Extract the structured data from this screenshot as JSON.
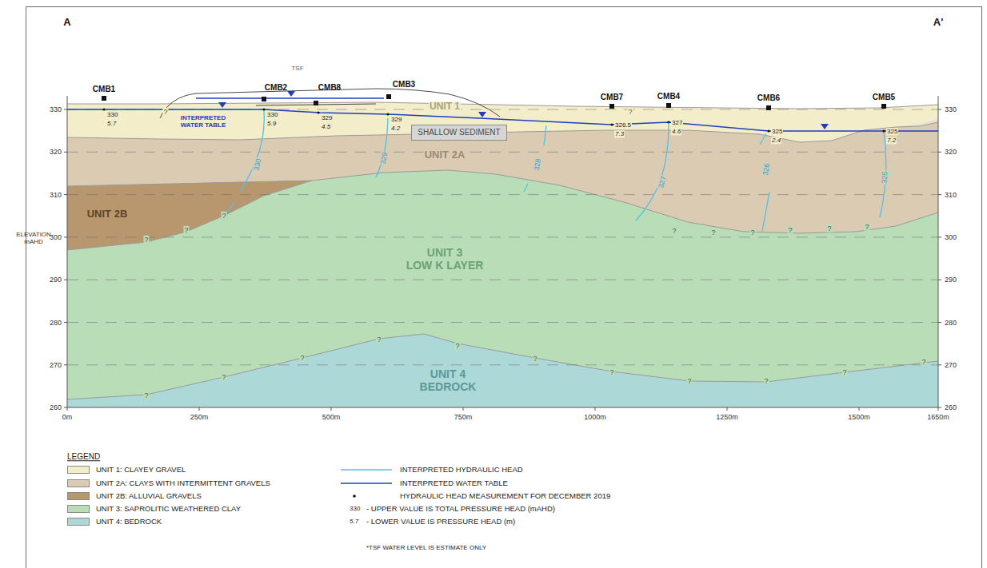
{
  "diagram": {
    "nodes": [
      {
        "text": [
          "SHALLOW SEDIMENT"
        ]
      }
    ],
    "labels": [
      "A",
      "A'",
      "TSF",
      "CMB1",
      "CMB2",
      "CMB8",
      "CMB3",
      "CMB7",
      "CMB4",
      "CMB6",
      "CMB5",
      "INTERPRETED WATER TABLE",
      "UNIT 1",
      "UNIT 2A",
      "UNIT 2B",
      "UNIT 3 LOW K LAYER",
      "UNIT 4 BEDROCK",
      "330",
      "329",
      "328",
      "327",
      "326",
      "325",
      "330",
      "5.7",
      "330",
      "5.9",
      "329",
      "4.5",
      "329",
      "4.2",
      "326.5",
      "7.3",
      "327",
      "4.6",
      "325",
      "2.4",
      "325",
      "7.2",
      "330",
      "320",
      "310",
      "300",
      "290",
      "280",
      "270",
      "260",
      "330",
      "320",
      "310",
      "300",
      "290",
      "280",
      "270",
      "260",
      "ELEVATION mAHD",
      "0m",
      "250m",
      "500m",
      "750m",
      "1000m",
      "1250m",
      "1500m",
      "1650m",
      "LEGEND",
      "330",
      "5.7",
      "*TSF WATER LEVEL IS ESTIMATE ONLY",
      "?",
      "?",
      "?",
      "?",
      "?",
      "?",
      "?",
      "?",
      "?",
      "?",
      "?",
      "?",
      "?",
      "?",
      "?",
      "?",
      "?",
      "?",
      "?",
      "?",
      "?",
      "?"
    ],
    "legend": [
      {
        "text": "UNIT 1: CLAYEY GRAVEL",
        "color": "#f4edc9"
      },
      {
        "text": "UNIT 2A: CLAYS WITH INTERMITTENT GRAVELS",
        "color": "#dccbb3"
      },
      {
        "text": "UNIT 2B: ALLUVIAL GRAVELS",
        "color": "#b8976f"
      },
      {
        "text": "UNIT 3: SAPROLITIC WEATHERED CLAY",
        "color": "#b9ddb7"
      },
      {
        "text": "UNIT 4: BEDROCK",
        "color": "#acd9d7"
      },
      {
        "text": "INTERPRETED HYDRAULIC HEAD"
      },
      {
        "text": "INTERPRETED WATER TABLE"
      },
      {
        "text": "HYDRAULIC HEAD MEASUREMENT FOR DECEMBER 2019"
      },
      {
        "text": "- UPPER VALUE IS TOTAL PRESSURE HEAD (mAHD)"
      },
      {
        "text": "- LOWER VALUE IS PRESSURE HEAD (m)"
      }
    ]
  }
}
